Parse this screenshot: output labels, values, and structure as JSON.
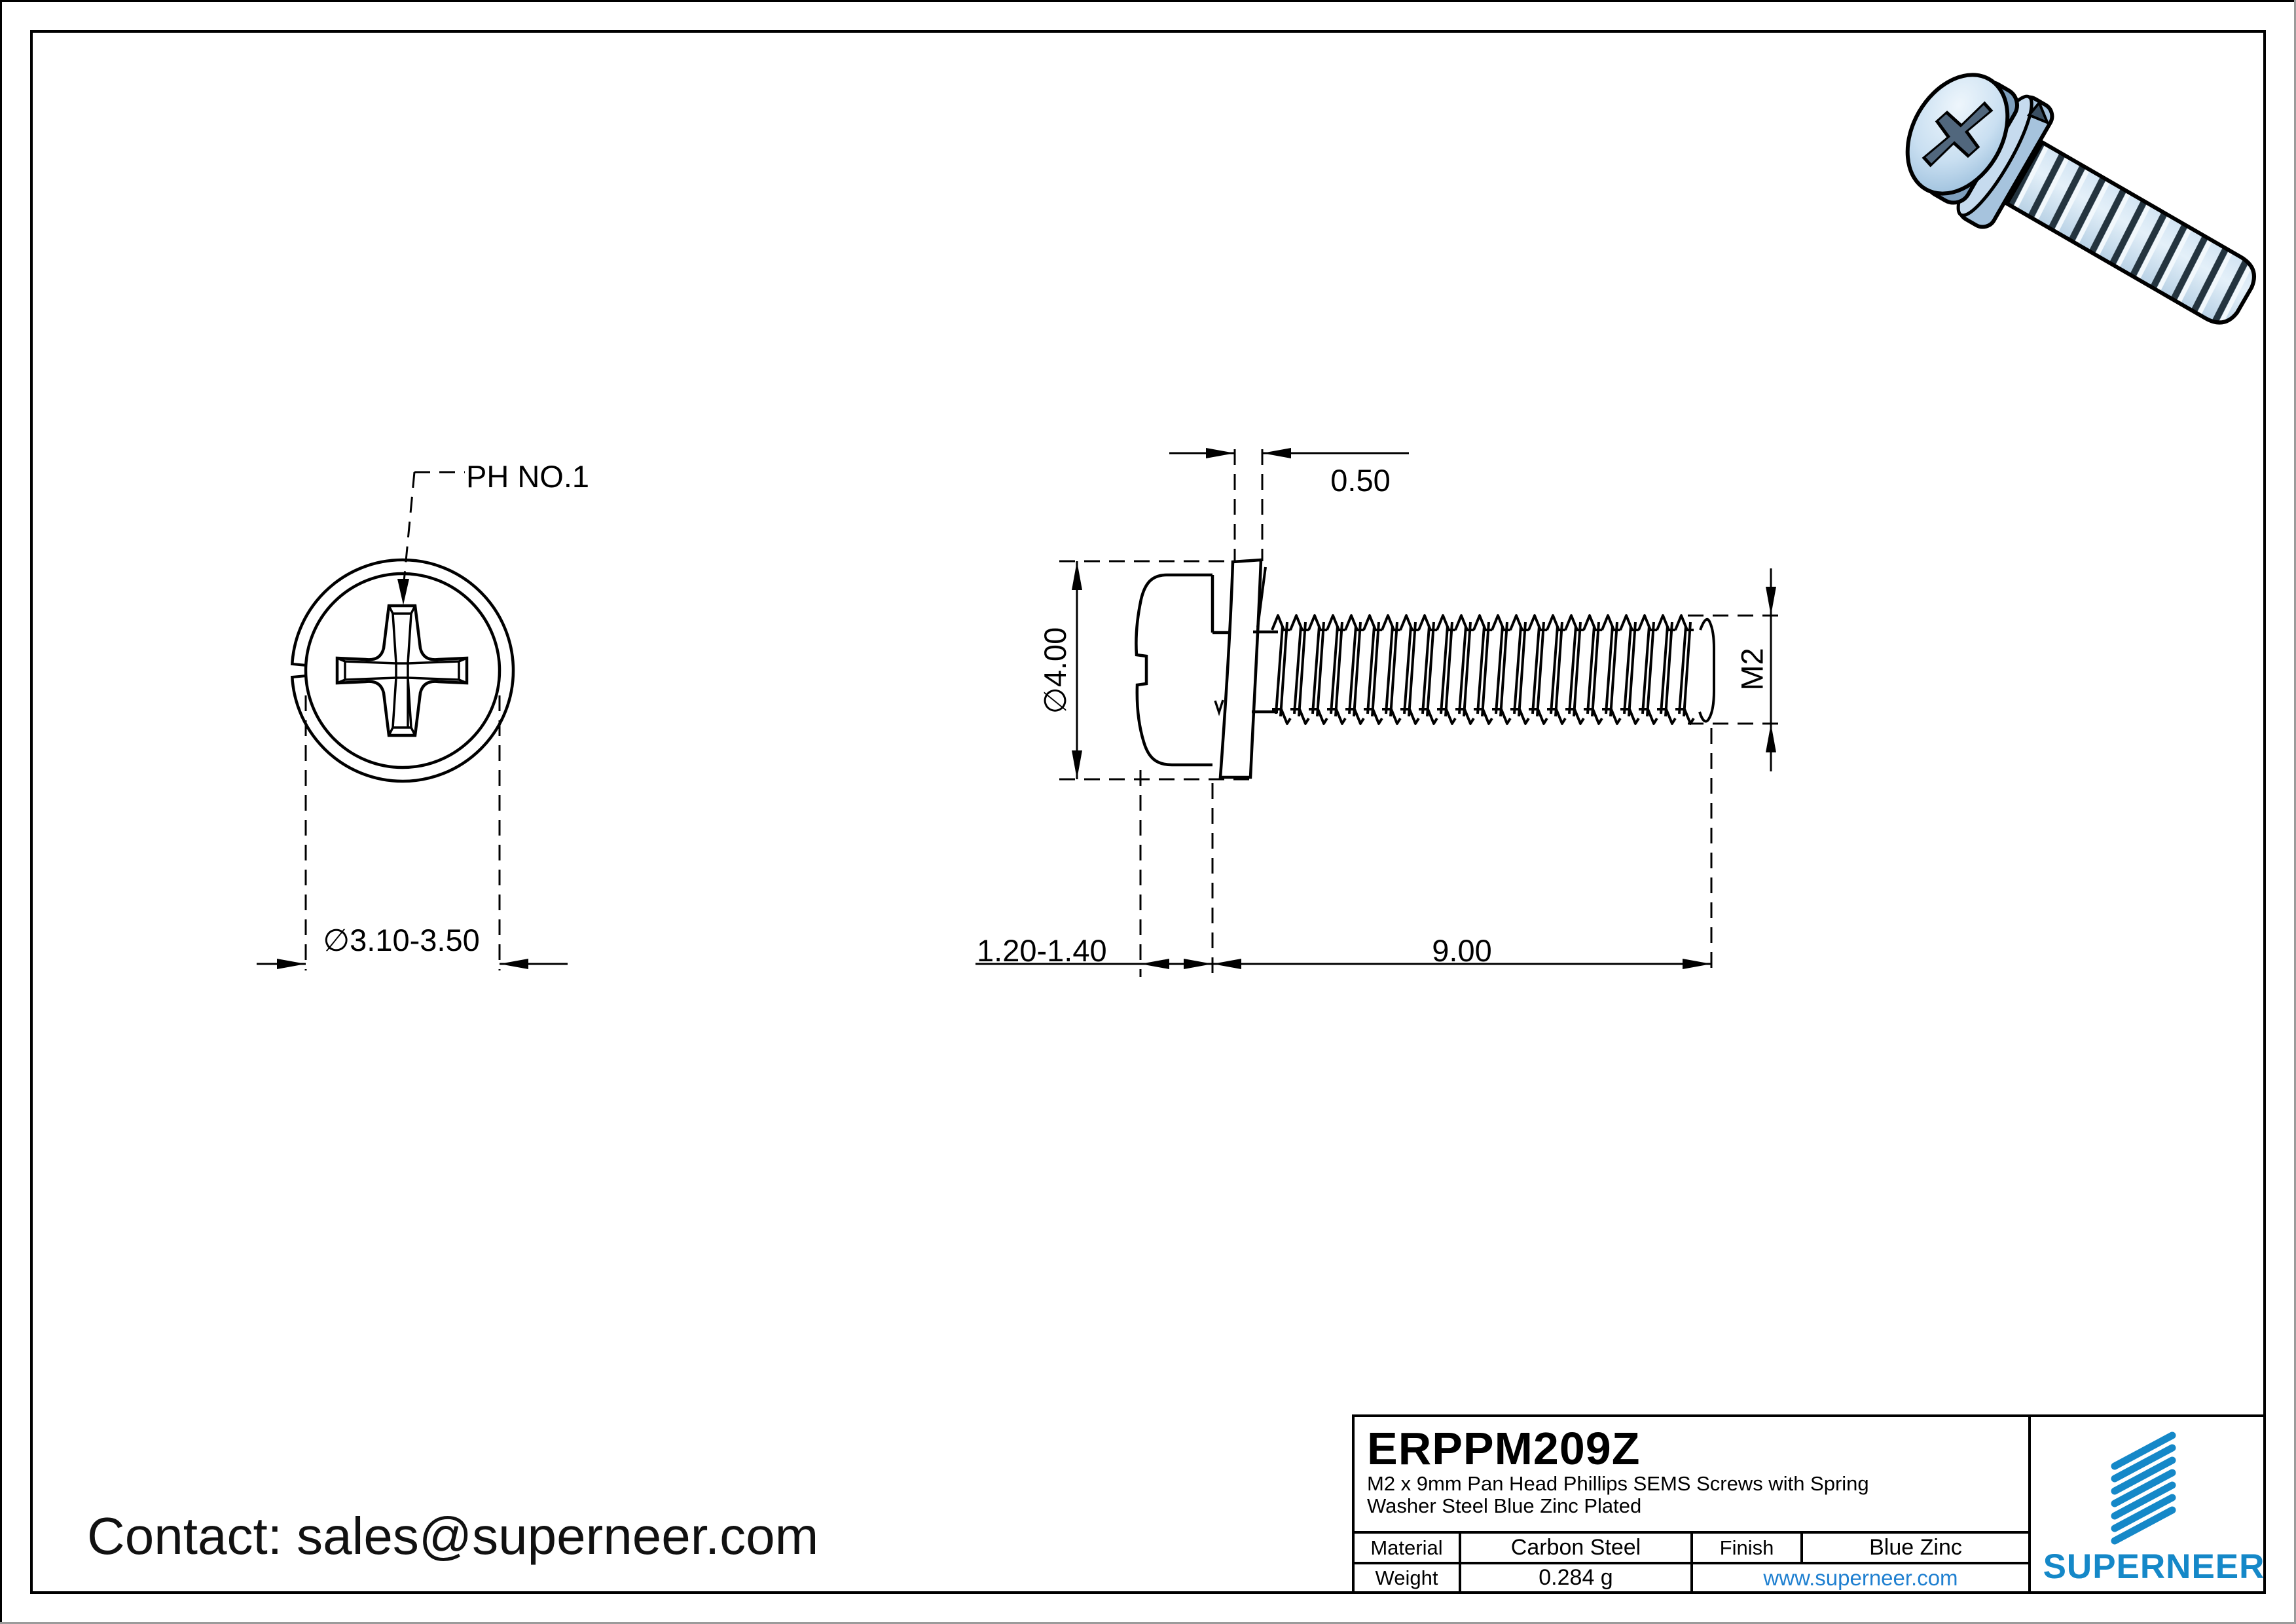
{
  "drawing": {
    "top_view": {
      "recess_label": "PH NO.1",
      "head_diameter_label": "∅3.10-3.50"
    },
    "side_view": {
      "washer_thickness_label": "0.50",
      "washer_od_label": "∅4.00",
      "thread_size_label": "M2",
      "head_height_label": "1.20-1.40",
      "thread_length_label": "9.00"
    }
  },
  "contact_line": "Contact: sales@superneer.com",
  "title_block": {
    "part_number": "ERPPM209Z",
    "description_line1": "M2 x 9mm Pan Head Phillips SEMS Screws with Spring",
    "description_line2": "Washer Steel Blue Zinc Plated",
    "material_label": "Material",
    "material_value": "Carbon Steel",
    "finish_label": "Finish",
    "finish_value": "Blue Zinc",
    "weight_label": "Weight",
    "weight_value": "0.284 g",
    "website": "www.superneer.com",
    "brand_name": "SUPERNEER"
  },
  "colors": {
    "brand_blue": "#1588c8",
    "link_blue": "#1e7fd0",
    "line_color": "#000000",
    "screw_light": "#cfe2f3",
    "screw_mid": "#9fbdd8",
    "screw_dark": "#3a4f63"
  }
}
